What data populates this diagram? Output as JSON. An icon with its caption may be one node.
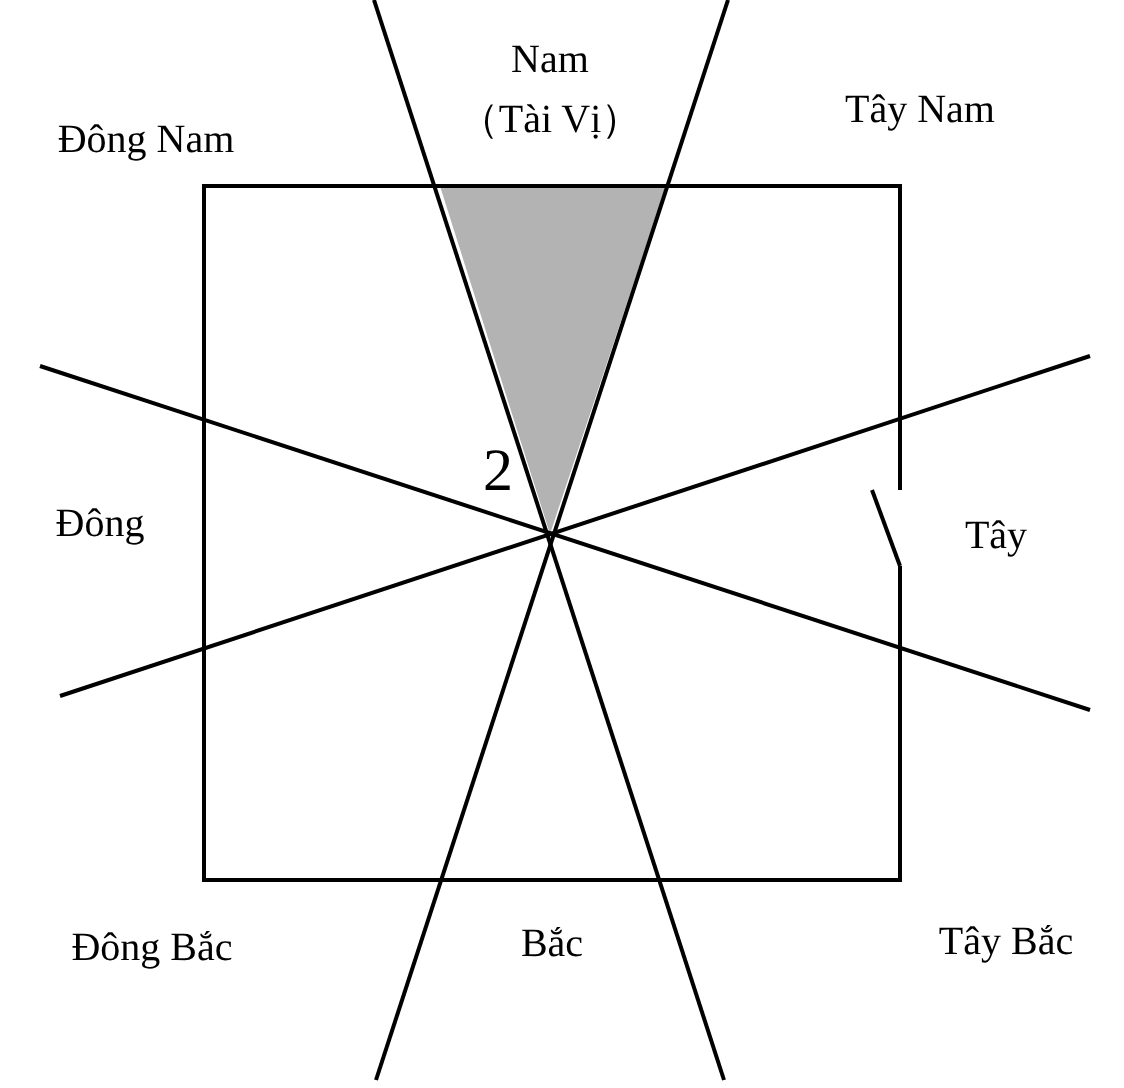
{
  "diagram": {
    "labels": [
      "Nam",
      "（Tài Vị）",
      "Đông Nam",
      "Tây Nam",
      "2",
      "Đông",
      "Tây",
      "Đông Bắc",
      "Bắc",
      "Tây Bắc"
    ]
  }
}
